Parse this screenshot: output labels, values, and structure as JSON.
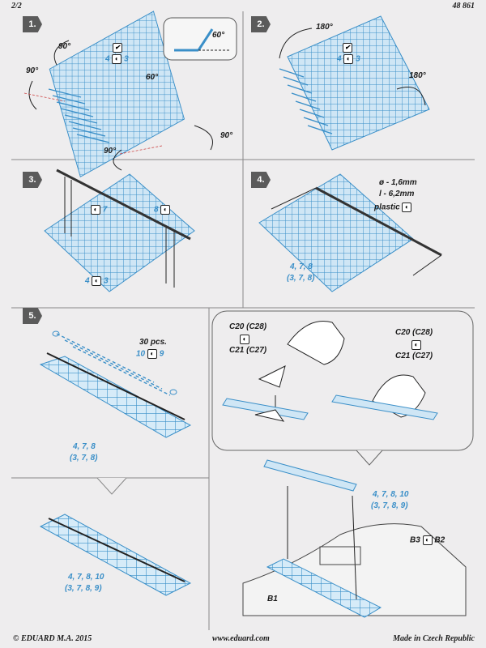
{
  "header": {
    "page": "2/2",
    "code": "48 861"
  },
  "steps": [
    "1.",
    "2.",
    "3.",
    "4.",
    "5."
  ],
  "step1": {
    "angle_inset": "60°",
    "a1": "90°",
    "a2": "90°",
    "a3": "60°",
    "a4": "90°",
    "a5": "90°",
    "part_a": "4",
    "part_b": "3"
  },
  "step2": {
    "a1": "180°",
    "a2": "180°",
    "part_a": "4",
    "part_b": "3"
  },
  "step3": {
    "p1": "7",
    "p2": "8",
    "p3a": "4",
    "p3b": "3"
  },
  "step4": {
    "spec1": "ø - 1,6mm",
    "spec2": "l - 6,2mm",
    "material": "plastic",
    "refs1": "4, 7, 8",
    "refs2": "(3, 7, 8)"
  },
  "step5": {
    "count": "30 pcs.",
    "pa": "10",
    "pb": "9",
    "refs1": "4, 7, 8",
    "refs2": "(3, 7, 8)"
  },
  "bottom_left": {
    "refs1": "4, 7, 8, 10",
    "refs2": "(3, 7, 8, 9)"
  },
  "inset": {
    "c20": "C20 (C28)",
    "c21": "C21 (C27)",
    "c20r": "C20 (C28)",
    "c21r": "C21 (C27)"
  },
  "bottom_right": {
    "refs1": "4, 7, 8, 10",
    "refs2": "(3, 7, 8, 9)",
    "b3": "B3",
    "b2": "B2",
    "b1": "B1"
  },
  "footer": {
    "left": "© EDUARD  M.A. 2015",
    "mid": "www.eduard.com",
    "right": "Made in Czech Republic"
  }
}
